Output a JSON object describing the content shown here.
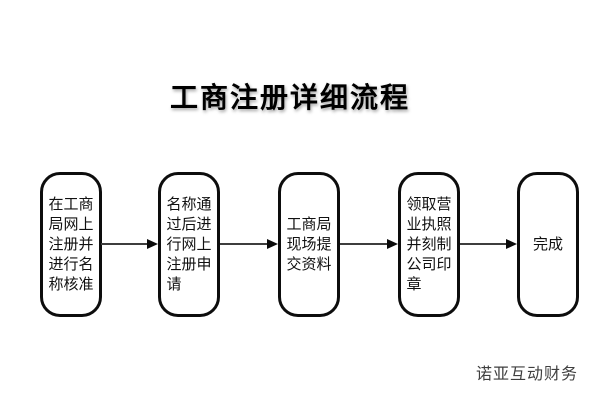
{
  "title": "工商注册详细流程",
  "watermark": "诺亚互动财务",
  "flow": {
    "type": "flowchart",
    "direction": "left-to-right",
    "steps": [
      {
        "id": 1,
        "label": "在工商\n局网上\n注册并\n进行名\n称核准"
      },
      {
        "id": 2,
        "label": "名称通\n过后进\n行网上\n注册申\n请"
      },
      {
        "id": 3,
        "label": "工商局\n现场提\n交资料"
      },
      {
        "id": 4,
        "label": "领取营\n业执照\n并刻制\n公司印\n章"
      },
      {
        "id": 5,
        "label": "完成"
      }
    ],
    "connections": [
      {
        "from": 1,
        "to": 2
      },
      {
        "from": 2,
        "to": 3
      },
      {
        "from": 3,
        "to": 4
      },
      {
        "from": 4,
        "to": 5
      }
    ]
  },
  "colors": {
    "background": "#ffffff",
    "node_border": "#0d0d0d",
    "arrow_line": "#3d3d3d",
    "arrow_head": "#0a0a0a",
    "title_text": "#000000",
    "watermark_text": "#3f3f3f"
  }
}
